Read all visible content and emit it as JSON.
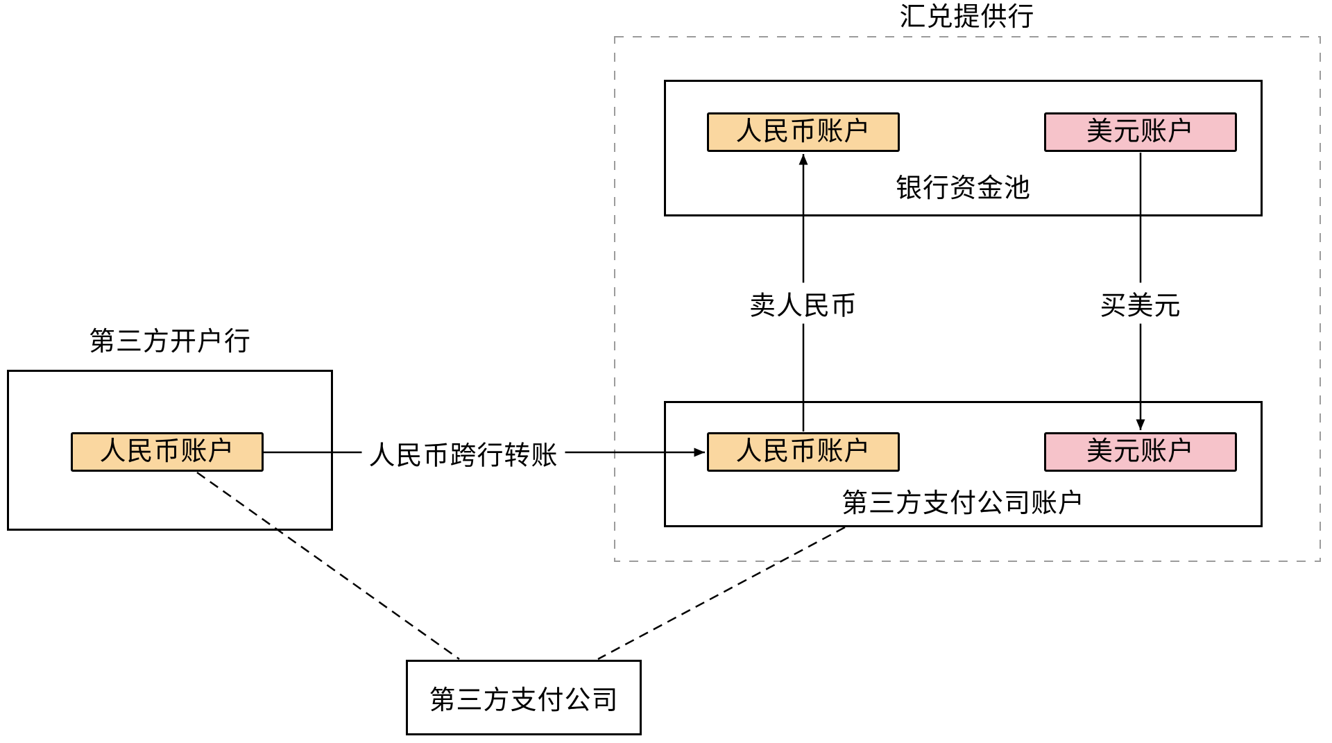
{
  "colors": {
    "rmb_fill": "#FAD7A0",
    "usd_fill": "#F6C3CA",
    "stroke": "#000000",
    "container_border": "#9B9B9B",
    "background": "#FFFFFF"
  },
  "fx_bank": {
    "title": "汇兑提供行",
    "fund_pool": {
      "label": "银行资金池",
      "rmb_account": "人民币账户",
      "usd_account": "美元账户"
    },
    "payment_company_account": {
      "label": "第三方支付公司账户",
      "rmb_account": "人民币账户",
      "usd_account": "美元账户"
    }
  },
  "third_party_bank": {
    "title": "第三方开户行",
    "rmb_account": "人民币账户"
  },
  "payment_company": {
    "label": "第三方支付公司"
  },
  "flows": {
    "sell_rmb": "卖人民币",
    "buy_usd": "买美元",
    "interbank_transfer": "人民币跨行转账"
  }
}
